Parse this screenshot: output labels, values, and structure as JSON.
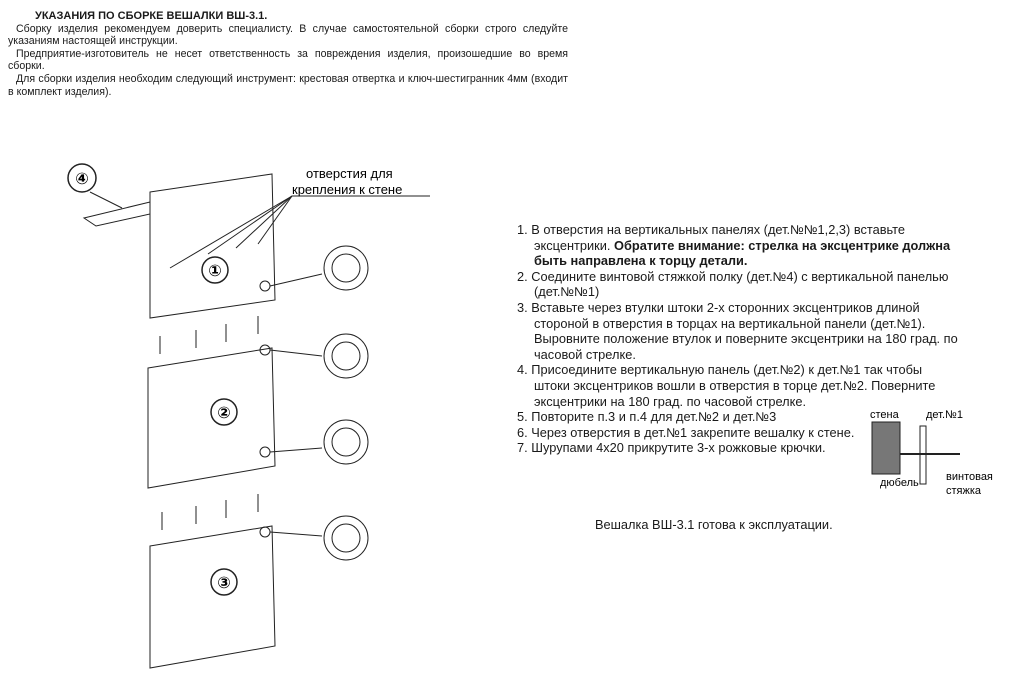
{
  "header": {
    "title": "УКАЗАНИЯ ПО СБОРКЕ ВЕШАЛКИ ВШ-3.1.",
    "paragraphs": [
      "Сборку изделия рекомендуем доверить специалисту. В случае самостоятельной сборки строго следуйте указаниям настоящей инструкции.",
      "Предприятие-изготовитель не несет ответственность за повреждения изделия, произошедшие во время сборки.",
      "Для сборки изделия необходим следующий инструмент: крестовая отвертка и ключ-шестигранник 4мм (входит в комплект изделия)."
    ]
  },
  "diagram": {
    "holes_label_line1": "отверстия для",
    "holes_label_line2": "крепления к стене",
    "part_numbers": [
      "④",
      "①",
      "②",
      "③"
    ]
  },
  "steps": [
    {
      "num": "1.",
      "lines": [
        "В отверстия на вертикальных панелях (дет.№№1,2,3)  вставьте",
        "эксцентрики. "
      ],
      "bold_lines": [
        "Обратите внимание: стрелка на эксцентрике  должна",
        "быть направлена к  торцу детали."
      ]
    },
    {
      "num": "2.",
      "text_a": "Соедините винтовой стяжкой  полку (дет.№4) с вертикальной панелью",
      "text_b": "(дет.№№1)"
    },
    {
      "num": "3.",
      "text_a": "Вставьте через втулки  штоки 2-х сторонних эксцентриков  длиной",
      "text_b": "стороной в отверстия в торцах на вертикальной панели (дет.№1).",
      "text_c": "Выровните положение втулок и поверните эксцентрики на 180 град. по",
      "text_d": "часовой стрелке."
    },
    {
      "num": "4.",
      "text_a": "Присоедините вертикальную панель (дет.№2) к дет.№1 так чтобы",
      "text_b": "штоки эксцентриков вошли в отверстия в торце дет.№2. Поверните",
      "text_c": "эксцентрики на 180 град. по часовой стрелке."
    },
    {
      "num": "5.",
      "text_a": "Повторите п.3 и п.4 для дет.№2 и дет.№3"
    },
    {
      "num": "6.",
      "text_a": "Через отверстия в дет.№1 закрепите вешалку к стене."
    },
    {
      "num": "7.",
      "text_a": "Шурупами 4х20 прикрутите 3-х рожковые крючки."
    }
  ],
  "wall_diagram": {
    "wall": "стена",
    "part": "дет.№1",
    "dowel": "дюбель",
    "screw_line1": "винтовая",
    "screw_line2": "стяжка"
  },
  "final": "Вешалка ВШ-3.1 готова к эксплуатации."
}
